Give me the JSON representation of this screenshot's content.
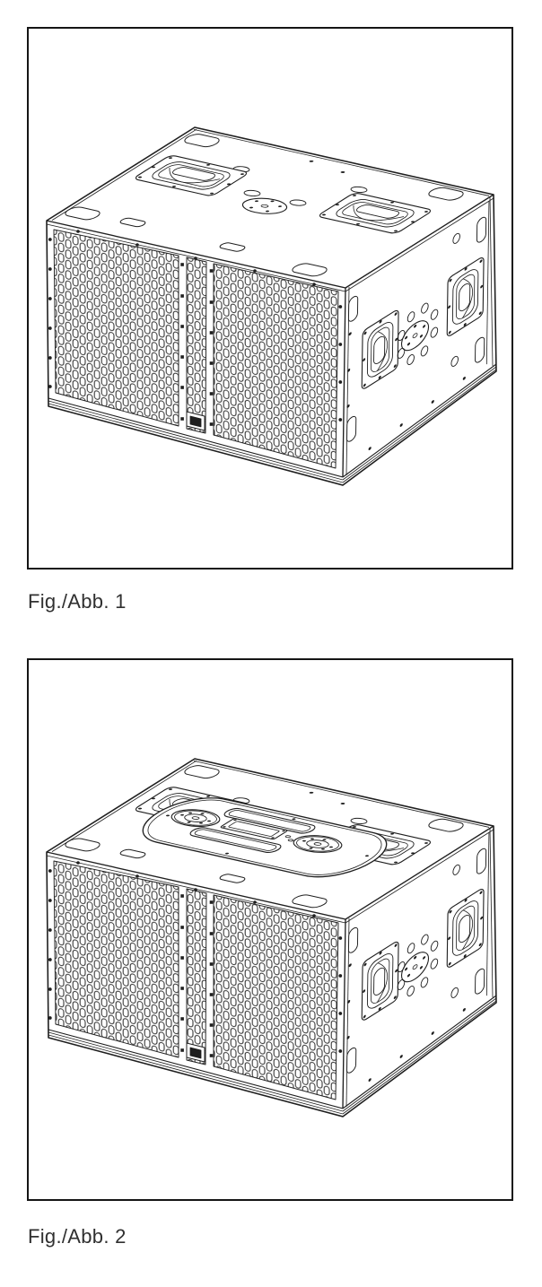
{
  "page": {
    "background": "#ffffff",
    "line_color": "#1f1f1f",
    "grille_line_color": "#2e2e2e",
    "frame_border_color": "#151515",
    "caption_color": "#303030"
  },
  "figures": [
    {
      "id": "figure-1",
      "caption": "Fig./Abb. 1",
      "alt": "subwoofer-cabinet-isometric-drawing-top-with-handles-and-pole-mount"
    },
    {
      "id": "figure-2",
      "caption": "Fig./Abb. 2",
      "alt": "subwoofer-cabinet-isometric-drawing-with-wheel-board-mounted-on-top"
    }
  ]
}
